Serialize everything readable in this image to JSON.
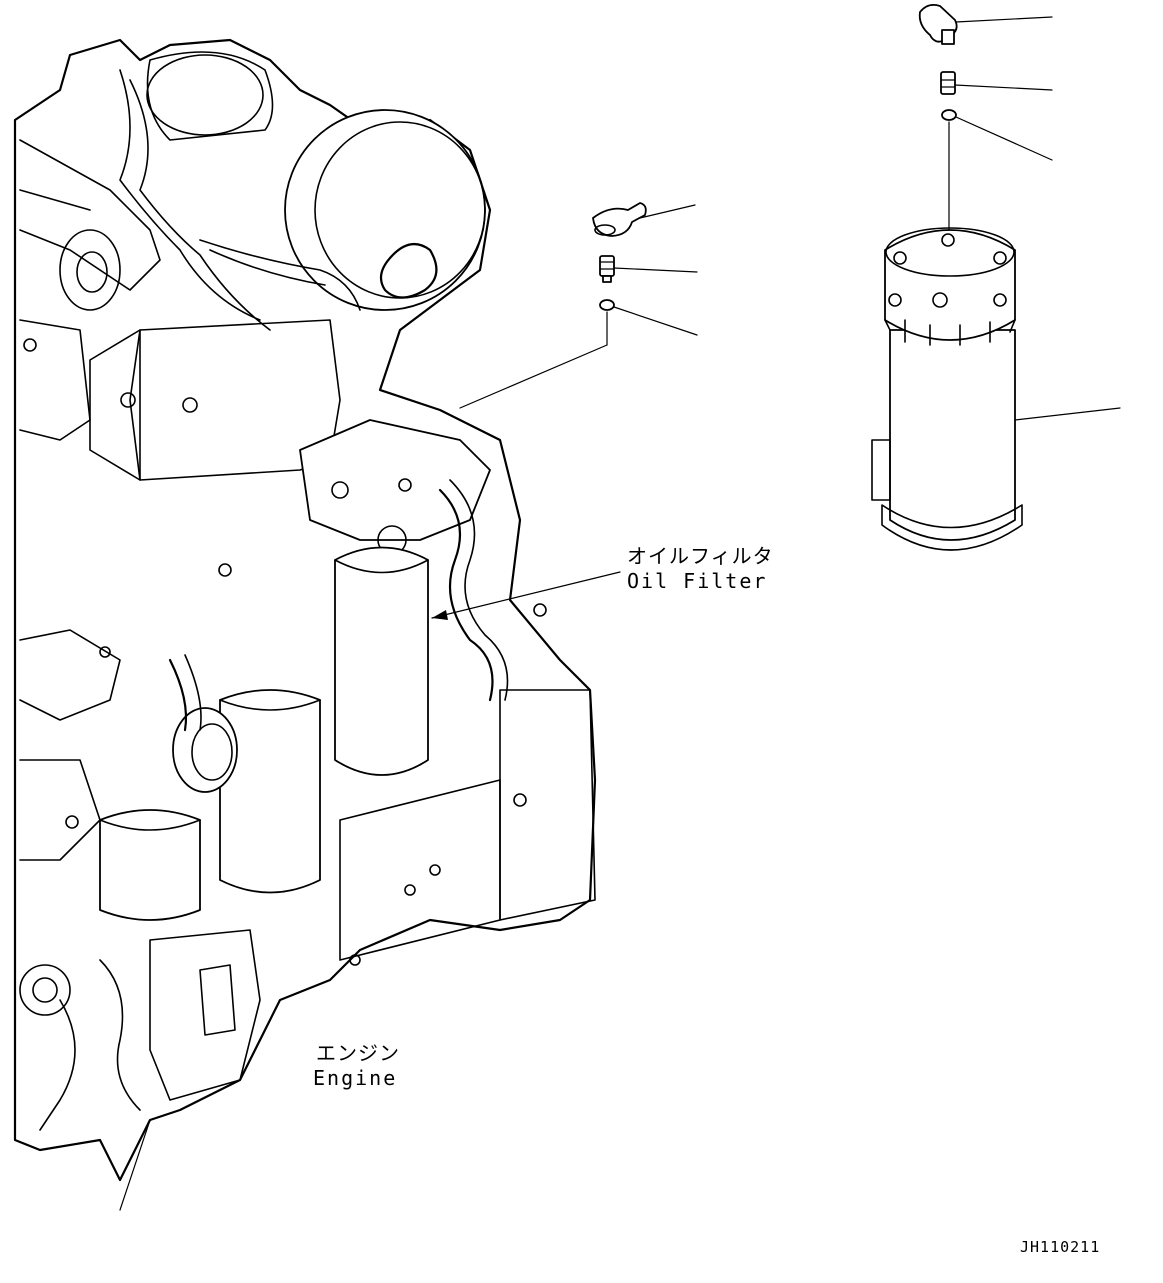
{
  "labels": {
    "oil_filter_jp": "オイルフィルタ",
    "oil_filter_en": "Oil Filter",
    "engine_jp": "エンジン",
    "engine_en": "Engine",
    "drawing_id": "JH110211"
  }
}
